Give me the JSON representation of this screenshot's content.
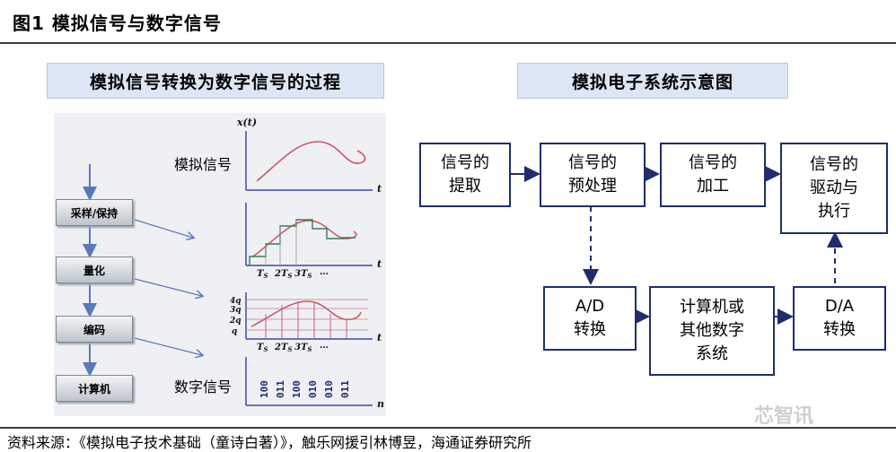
{
  "figure_title": "图1  模拟信号与数字信号",
  "left_banner": "模拟信号转换为数字信号的过程",
  "right_banner": "模拟电子系统示意图",
  "left_flow": {
    "steps": [
      "采样/保持",
      "量化",
      "编码",
      "计算机"
    ],
    "analog_label": "模拟信号",
    "digital_label": "数字信号",
    "graph_x_axis": "x(t)",
    "t_label": "t",
    "n_label": "n",
    "sample_ticks": [
      "T",
      "2T",
      "3T",
      "…"
    ],
    "sample_subscript": "S",
    "quant_levels": [
      "4q",
      "3q",
      "2q",
      "q"
    ],
    "codes": [
      "100",
      "011",
      "100",
      "010",
      "010",
      "011"
    ]
  },
  "right_diagram": {
    "box1": "信号的\n提取",
    "box2": "信号的\n预处理",
    "box3": "信号的\n加工",
    "box4": "信号的\n驱动与\n执行",
    "box5": "A/D\n转换",
    "box6": "计算机或\n其他数字\n系统",
    "box7": "D/A\n转换"
  },
  "source_note": "资料来源：《模拟电子技术基础（童诗白著）》，触乐网援引林博昱，海通证券研究所",
  "watermark": "芯智讯",
  "colors": {
    "navy": "#1f2d6e",
    "curve": "#cc5560",
    "axis": "#3b4aa0",
    "banner": "#dde6f4",
    "flow_arrow": "#5b78b8"
  }
}
